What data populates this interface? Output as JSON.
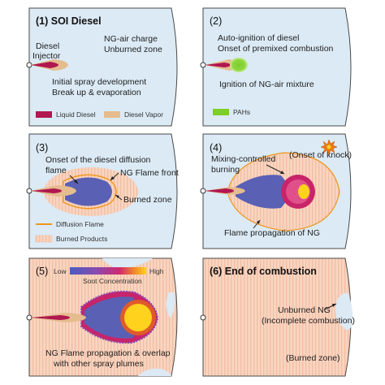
{
  "panels": [
    {
      "title": "(1) SOI Diesel",
      "labels": {
        "injector_line1": "Diesel",
        "injector_line2": "Injector",
        "charge_line1": "NG-air charge",
        "charge_line2": "Unburned zone",
        "spray_line1": "Initial spray development",
        "spray_line2": "Break up & evaporation"
      },
      "legend": [
        "Liquid Diesel",
        "Diesel Vapor"
      ]
    },
    {
      "title": "(2)",
      "labels": {
        "autoign_line1": "Auto-ignition of diesel",
        "autoign_line2": "Onset of premixed combustion",
        "ignition": "Ignition of NG-air mixture"
      },
      "legend": [
        "PAHs"
      ]
    },
    {
      "title": "(3)",
      "labels": {
        "onset_line1": "Onset of the diesel diffusion",
        "onset_line2": "flame",
        "flame_front": "NG Flame front",
        "burned_zone": "Burned zone"
      },
      "legend": [
        "Diffusion Flame",
        "Burned Products"
      ]
    },
    {
      "title": "(4)",
      "labels": {
        "mixing_line1": "Mixing-controlled",
        "mixing_line2": "burning",
        "knock": "(Onset of knock)",
        "propagation": "Flame propagation of NG"
      }
    },
    {
      "title": "(5)",
      "labels": {
        "soot_low": "Low",
        "soot_high": "High",
        "soot_title": "Soot Concentration",
        "overlap_line1": "NG Flame propagation & overlap",
        "overlap_line2": "with other spray plumes"
      }
    },
    {
      "title": "(6) End of combustion",
      "labels": {
        "unburned_line1": "Unburned NG",
        "unburned_line2": "(Incomplete combustion)",
        "burned_zone": "(Burned zone)"
      }
    }
  ],
  "colors": {
    "unburned": "#dbeaf5",
    "burned": "#f9d5c1",
    "liquid_diesel": "#b01850",
    "diesel_vapor": "#e5bc8e",
    "pahs": "#7dcd2c",
    "diffusion_flame": "#f0961e",
    "ng_flame_core": "#5a60b4",
    "flame_front": "#c8246a",
    "hot_core": "#ffd21e",
    "knock": "#e67a14",
    "border": "#4a4a4a"
  }
}
